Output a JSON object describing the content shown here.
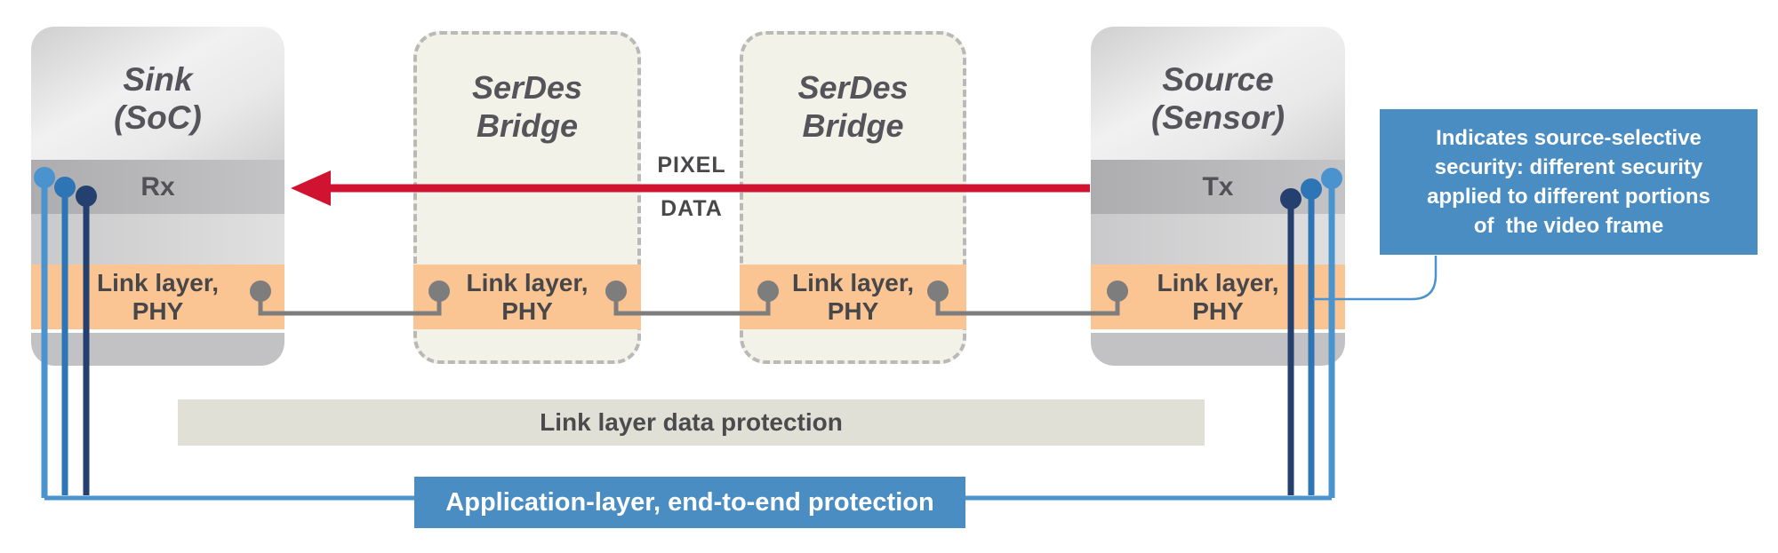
{
  "nodes": {
    "sink": {
      "title": "Sink\n(SoC)",
      "port": "Rx",
      "layer": "Link layer,\nPHY"
    },
    "bridge1": {
      "title": "SerDes\nBridge",
      "layer": "Link layer,\nPHY"
    },
    "bridge2": {
      "title": "SerDes\nBridge",
      "layer": "Link layer,\nPHY"
    },
    "source": {
      "title": "Source\n(Sensor)",
      "port": "Tx",
      "layer": "Link layer,\nPHY"
    }
  },
  "arrow": {
    "label_line1": "PIXEL",
    "label_line2": "DATA"
  },
  "bars": {
    "link_layer": "Link layer data protection",
    "app_layer": "Application-layer, end-to-end protection"
  },
  "annotation": {
    "text": "Indicates source-selective\nsecurity: different security\napplied to different portions\nof  the video frame"
  },
  "colors": {
    "red": "#d01330",
    "blue_light": "#4a93ce",
    "blue_mid": "#2e75b6",
    "blue_dark": "#24406e",
    "blue_box": "#4a8dc3",
    "orange": "#fbc593",
    "gray_line": "#7d7d7d",
    "bar_bg": "#e1e0d6",
    "text_dark": "#54545a",
    "bridge_bg": "#f3f2e9",
    "bridge_border": "#b9b9b7"
  }
}
